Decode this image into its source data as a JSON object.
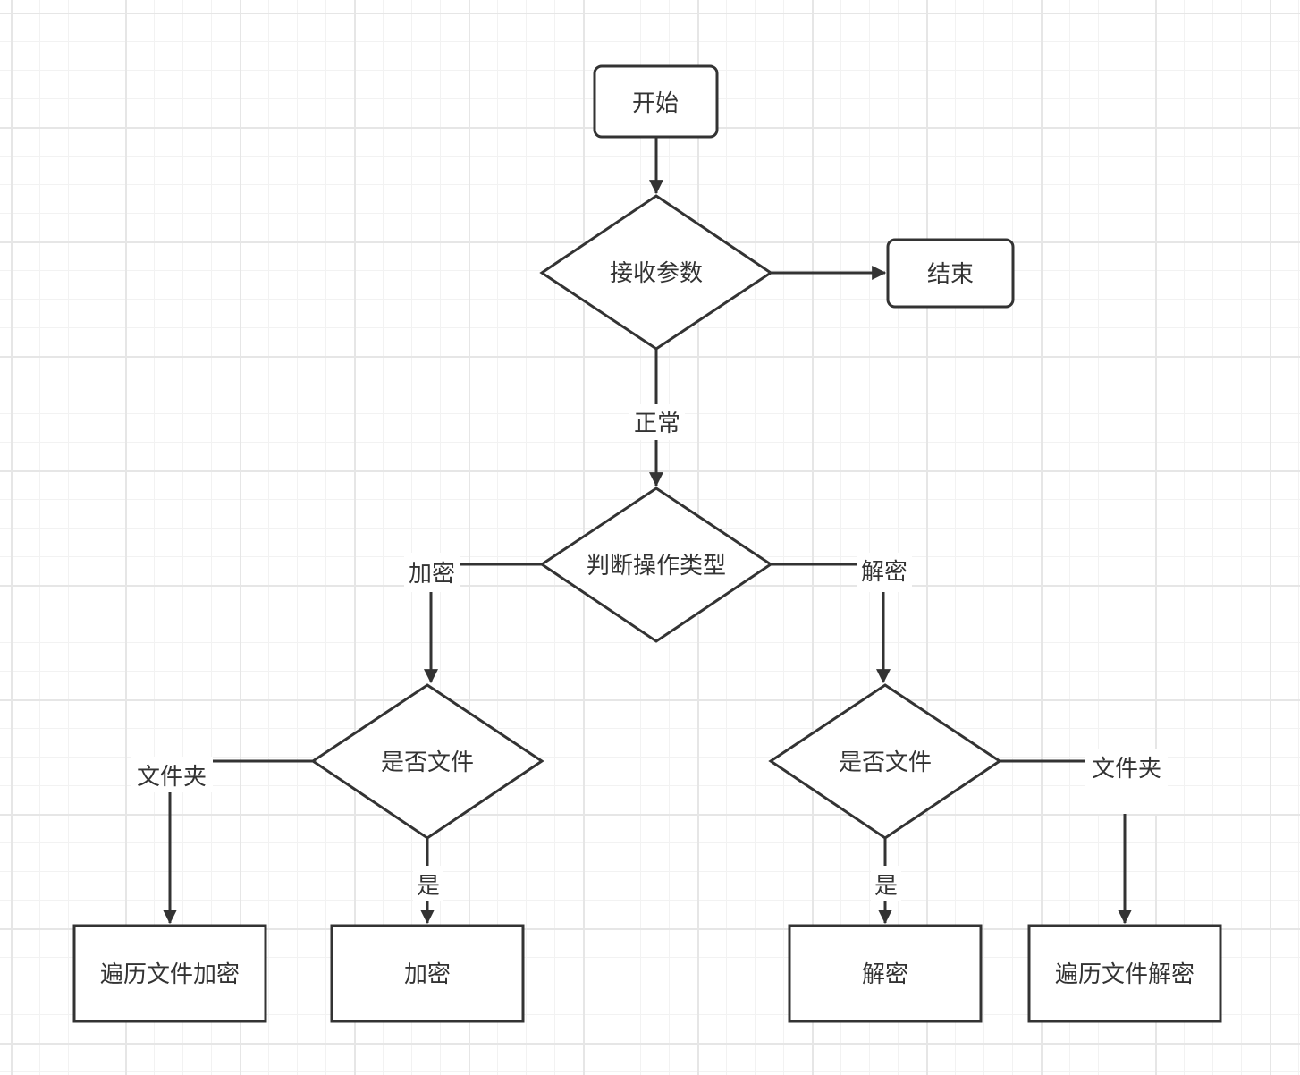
{
  "colors": {
    "stroke": "#333333",
    "fill": "#ffffff",
    "grid_major": "#e6e6e6",
    "grid_minor": "#f2f2f2"
  },
  "nodes": {
    "start": "开始",
    "receive_params": "接收参数",
    "end": "结束",
    "judge_op_type": "判断操作类型",
    "is_file_left": "是否文件",
    "is_file_right": "是否文件",
    "traverse_encrypt": "遍历文件加密",
    "encrypt": "加密",
    "decrypt": "解密",
    "traverse_decrypt": "遍历文件解密"
  },
  "edges": {
    "normal": "正常",
    "encrypt_branch": "加密",
    "decrypt_branch": "解密",
    "folder_left": "文件夹",
    "yes_left": "是",
    "yes_right": "是",
    "folder_right": "文件夹"
  }
}
